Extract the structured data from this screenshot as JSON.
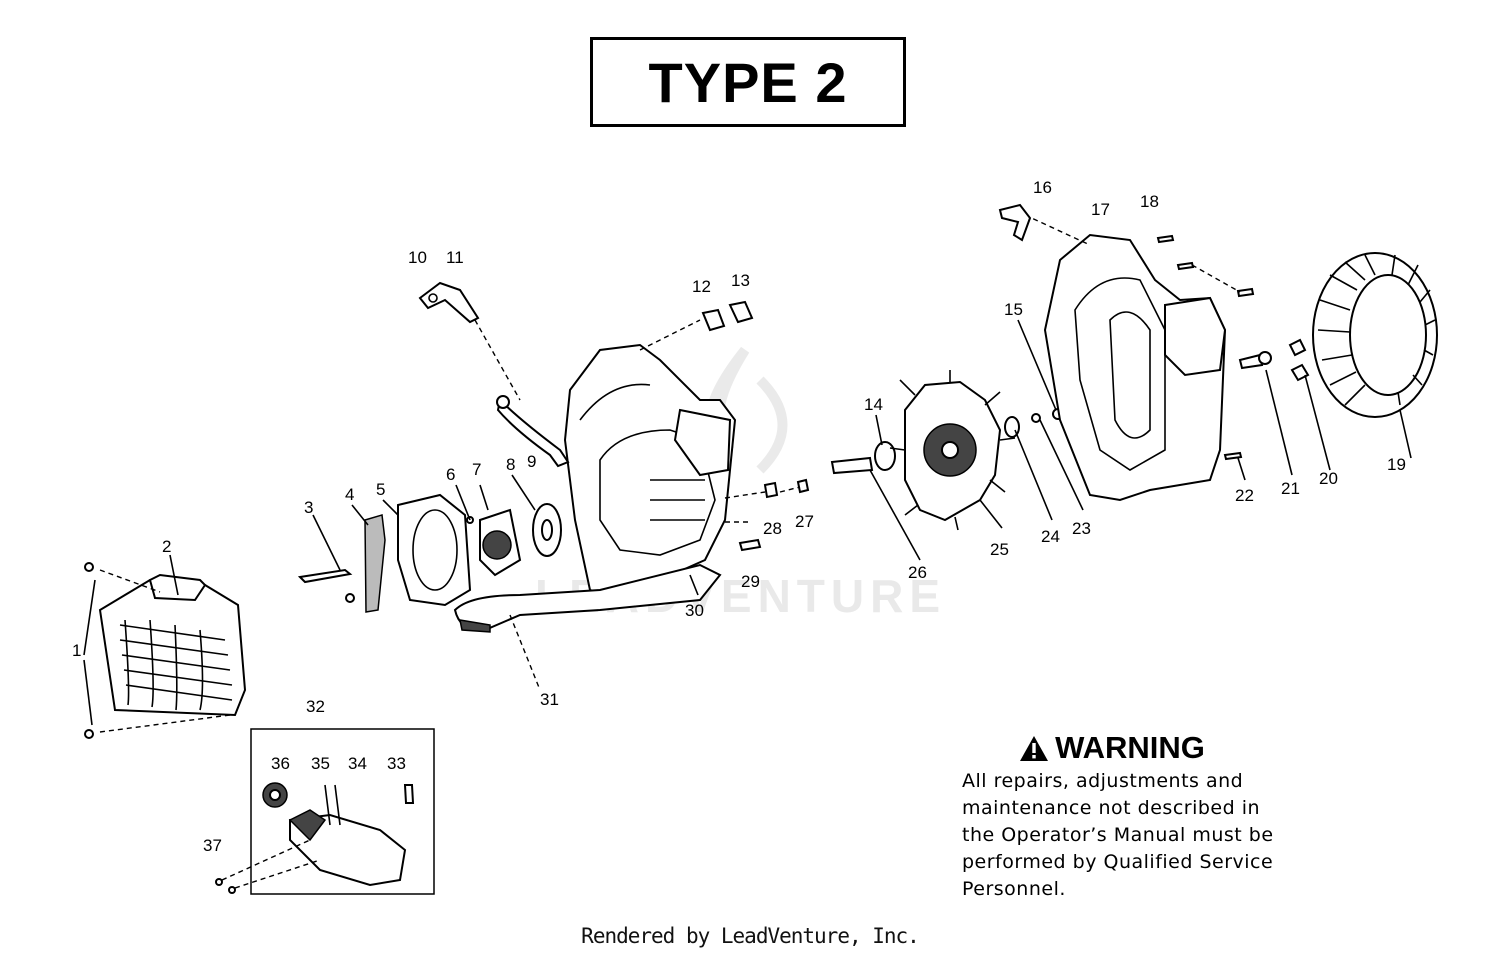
{
  "title": "TYPE 2",
  "watermark": "LEADVENTURE",
  "warning": {
    "heading": "WARNING",
    "lines": [
      "All repairs, adjustments and",
      "maintenance not described in",
      "the Operator’s Manual must be",
      "performed by Qualified Service",
      "Personnel."
    ]
  },
  "footer": "Rendered by LeadVenture, Inc.",
  "callouts": [
    "1",
    "2",
    "3",
    "4",
    "5",
    "6",
    "7",
    "8",
    "9",
    "10",
    "11",
    "12",
    "13",
    "14",
    "15",
    "16",
    "17",
    "18",
    "19",
    "20",
    "21",
    "22",
    "23",
    "24",
    "25",
    "26",
    "27",
    "28",
    "29",
    "30",
    "31",
    "32",
    "33",
    "34",
    "35",
    "36",
    "37"
  ],
  "icons": {
    "warning": "warning-triangle-icon"
  }
}
